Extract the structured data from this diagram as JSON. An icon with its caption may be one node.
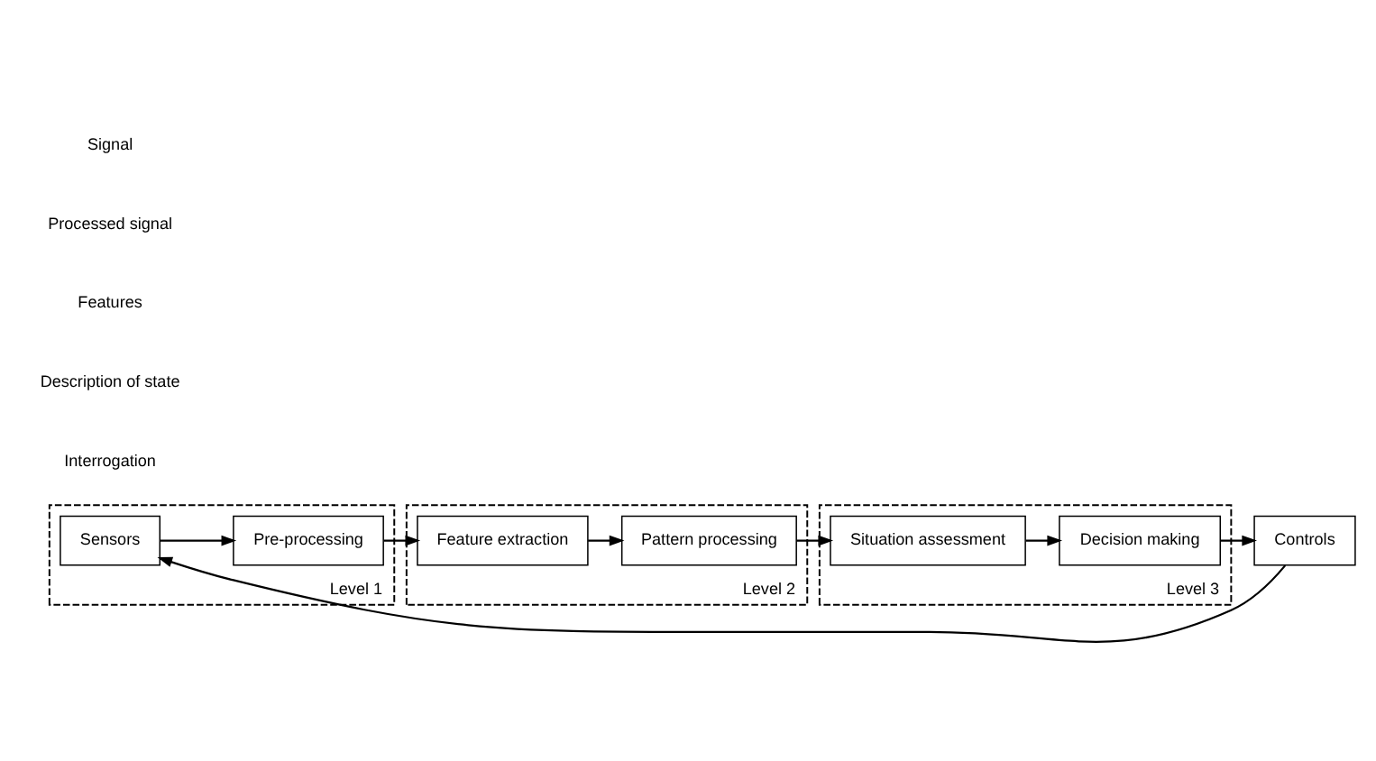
{
  "diagram": {
    "nodes": [
      {
        "text": [
          "Level 3"
        ]
      },
      {
        "text": [
          "Decision making"
        ],
        "in": 0
      },
      {
        "text": [
          "Situation assessment"
        ],
        "in": 0
      },
      {
        "text": [
          "Level 2"
        ]
      },
      {
        "text": [
          "Pattern processing"
        ],
        "in": 3
      },
      {
        "text": [
          "Feature extraction"
        ],
        "in": 3
      },
      {
        "text": [
          "Level 1"
        ]
      },
      {
        "text": [
          "Pre-processing"
        ],
        "in": 6
      },
      {
        "text": [
          "Sensors"
        ],
        "in": 6
      },
      {
        "text": [
          "Controls"
        ]
      }
    ],
    "edges": [
      {
        "from": 8,
        "to": 7,
        "arrow": "to"
      },
      {
        "from": 7,
        "to": 5,
        "arrow": "to"
      },
      {
        "from": 5,
        "to": 4,
        "arrow": "to"
      },
      {
        "from": 4,
        "to": 2,
        "arrow": "to"
      },
      {
        "from": 2,
        "to": 1,
        "arrow": "to"
      },
      {
        "from": 1,
        "to": 9,
        "arrow": "to"
      },
      {
        "from": 9,
        "to": 8,
        "arrow": "to"
      }
    ],
    "labels": [
      "Interrogation",
      "Description of state",
      "Features",
      "Processed signal",
      "Signal"
    ]
  }
}
